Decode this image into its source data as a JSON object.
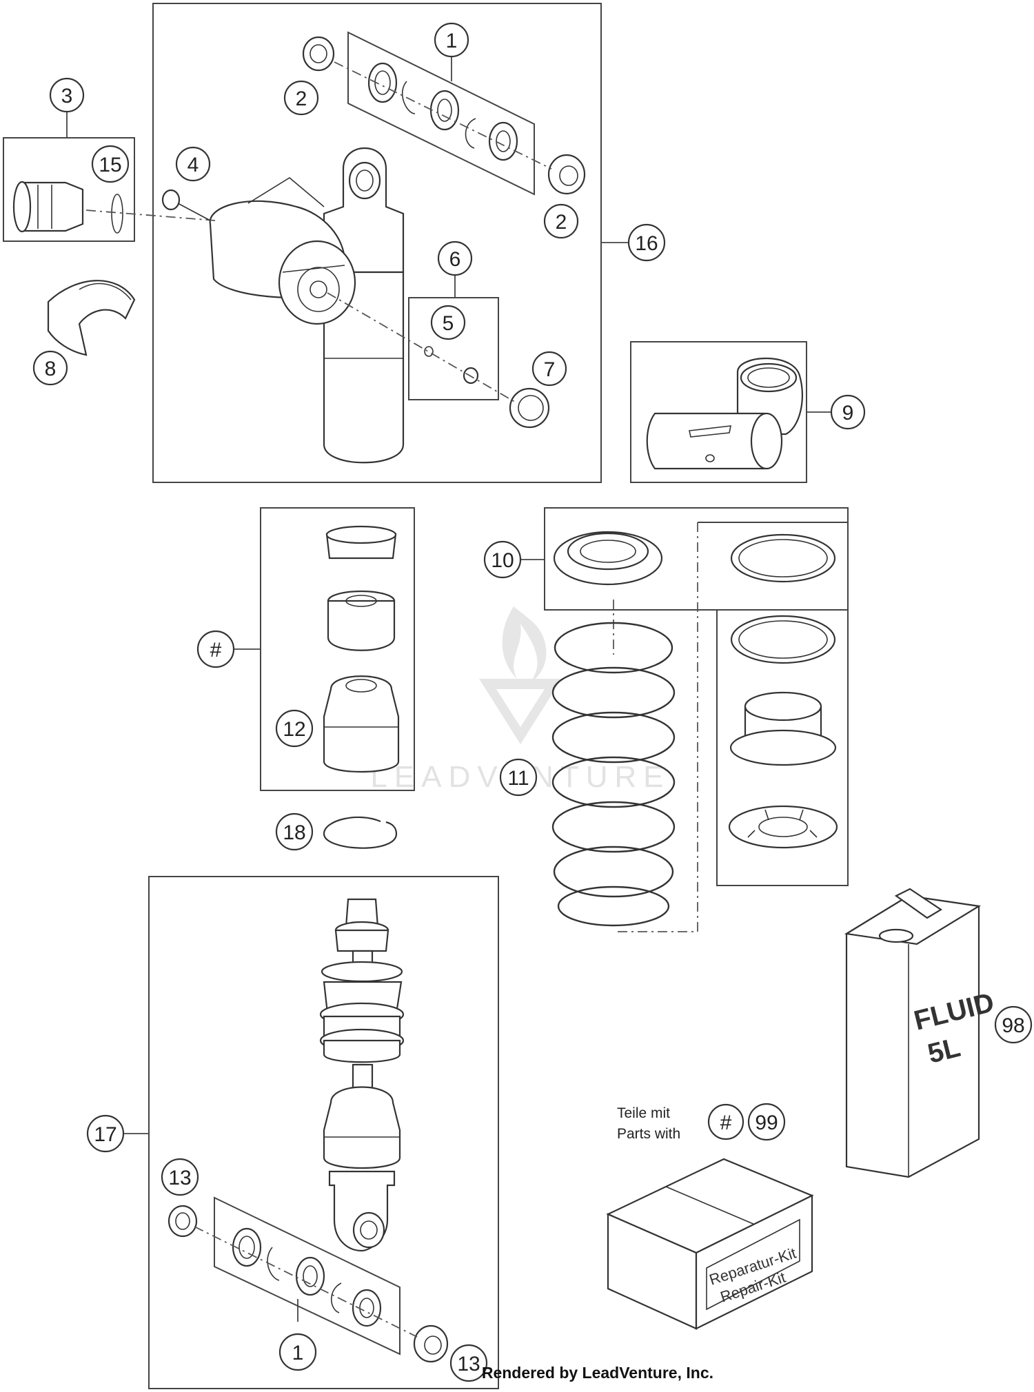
{
  "diagram": {
    "callouts": [
      "1",
      "2",
      "3",
      "4",
      "5",
      "6",
      "7",
      "8",
      "9",
      "10",
      "11",
      "12",
      "13",
      "15",
      "16",
      "17",
      "18",
      "98",
      "99",
      "#"
    ],
    "note": {
      "line1": "Teile mit",
      "line2": "Parts with"
    },
    "fluid_can": {
      "line1": "FLUID",
      "line2": "5L"
    },
    "repair_kit": {
      "line1": "Reparatur-Kit",
      "line2": "Repair-Kit"
    },
    "watermark": "LEADVENTURE",
    "footer": "Rendered by LeadVenture, Inc."
  }
}
